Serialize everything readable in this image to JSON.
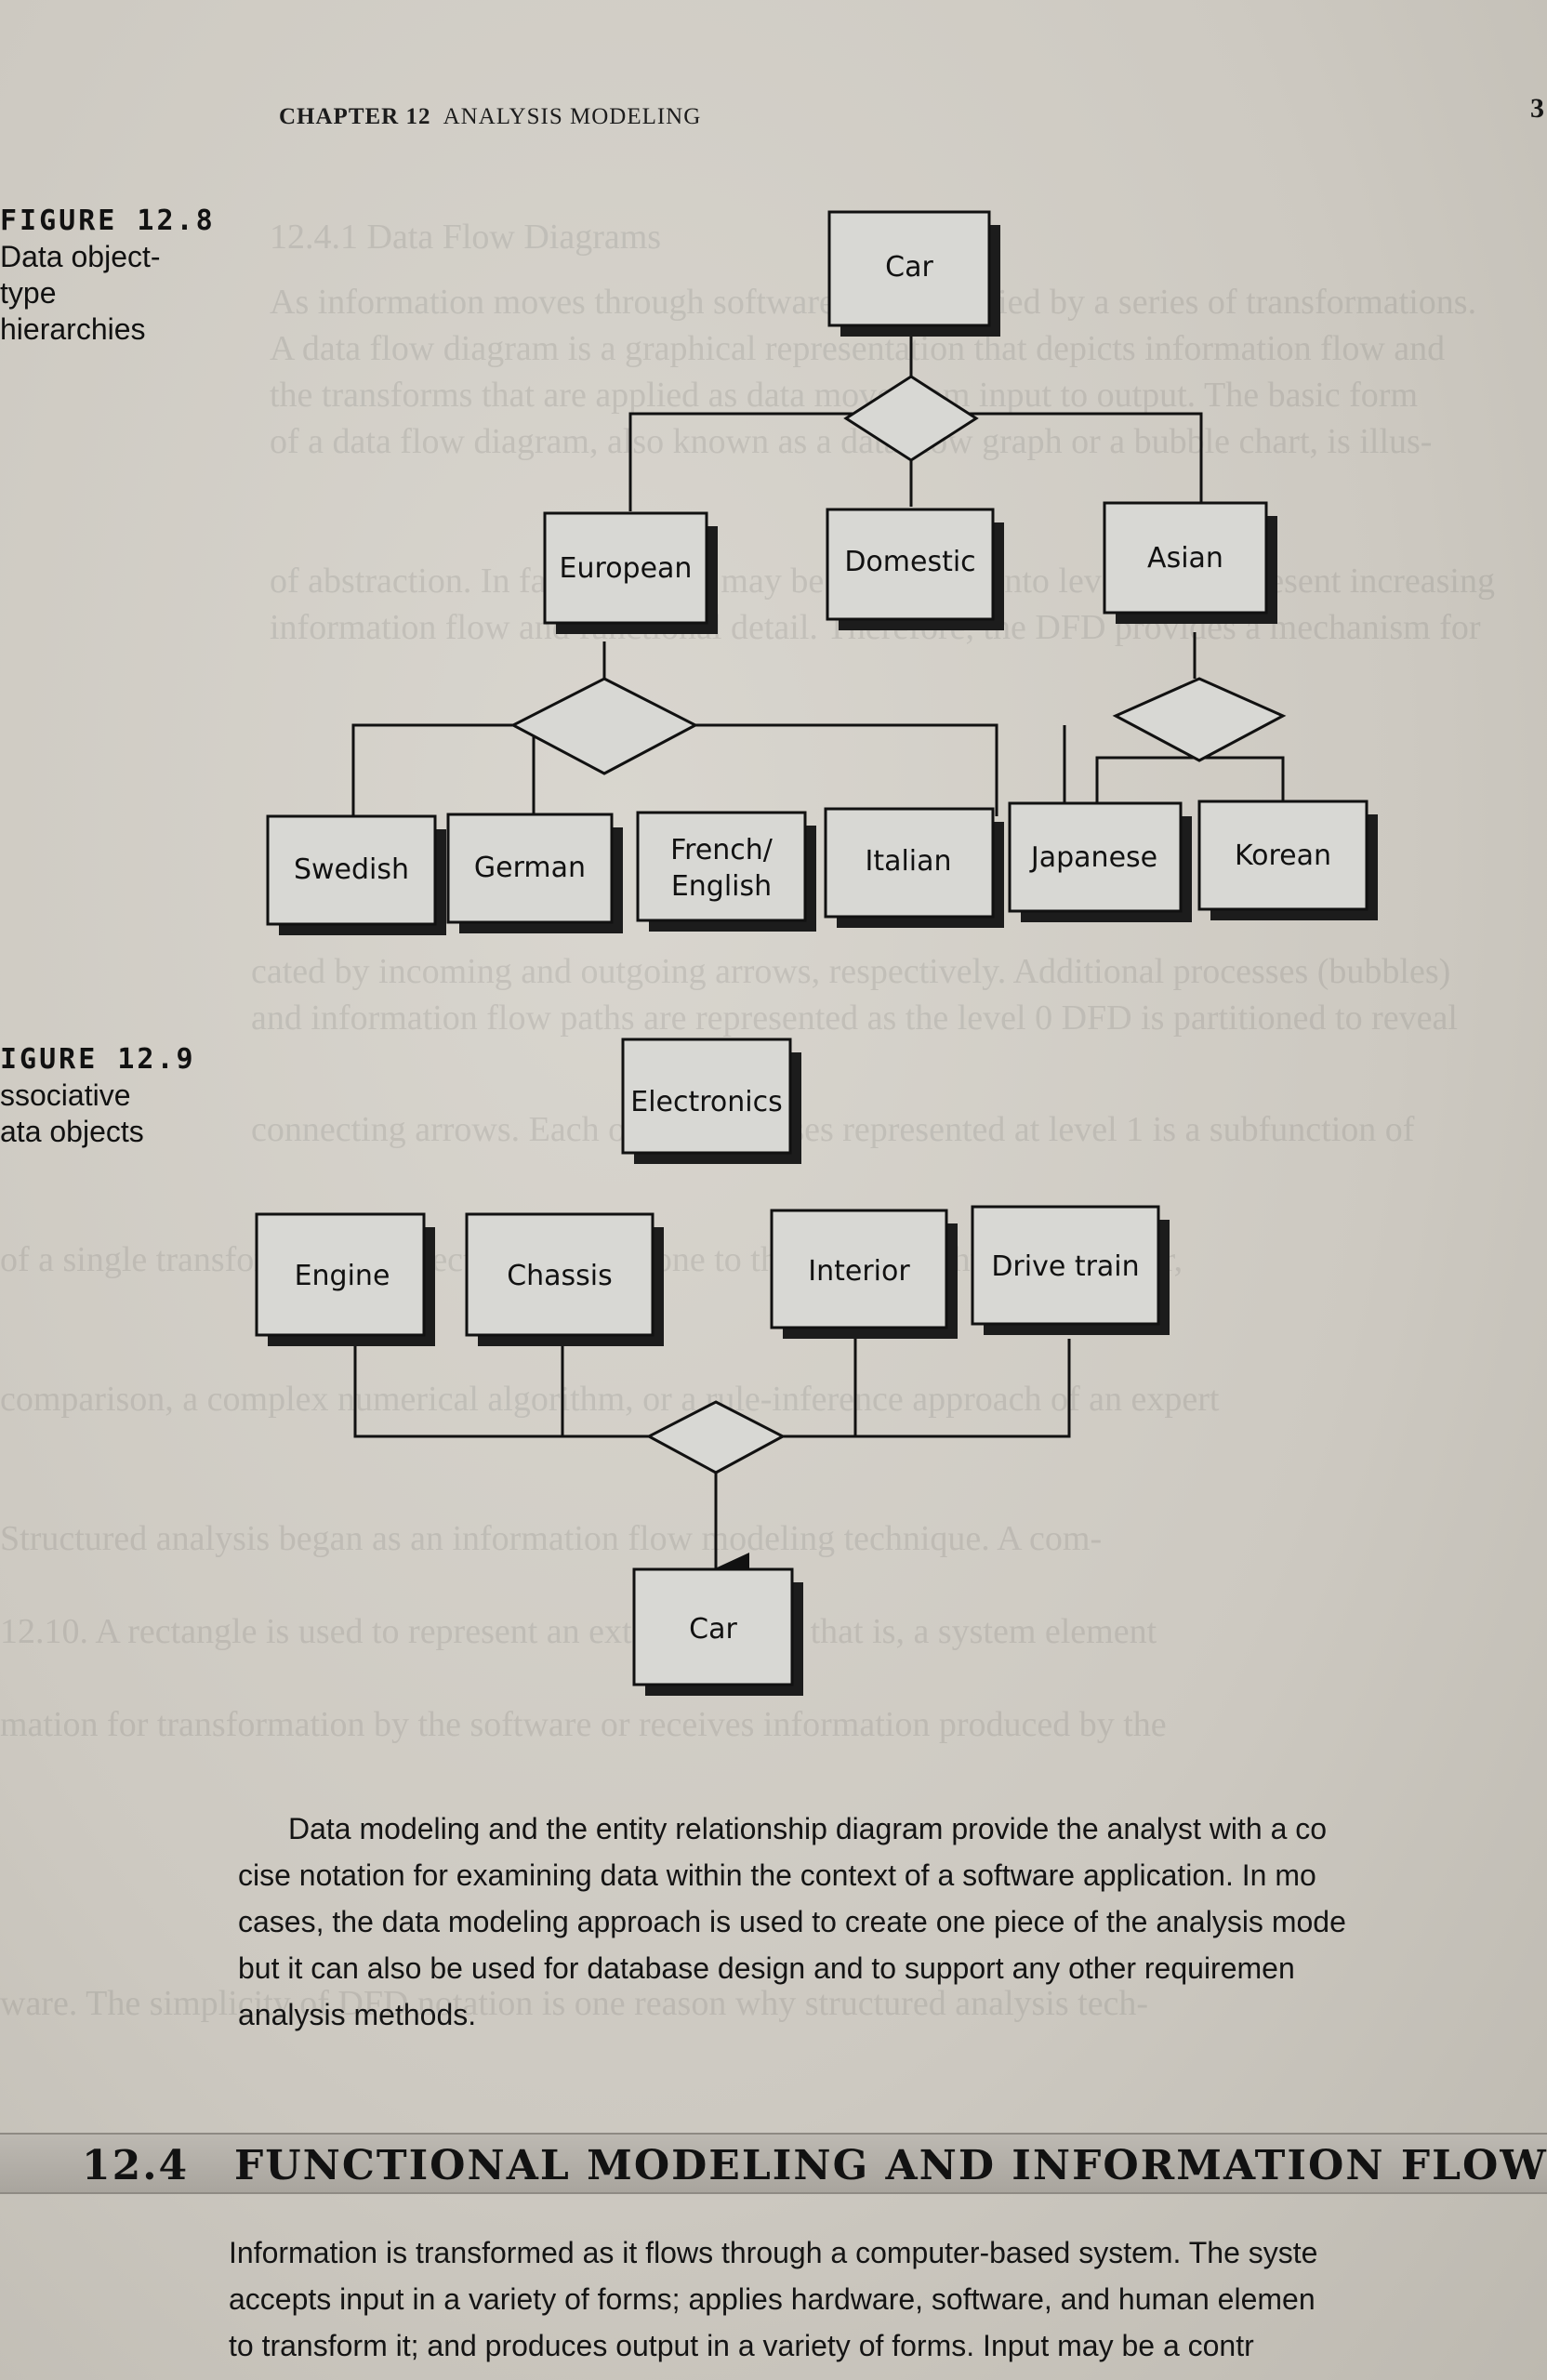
{
  "header": {
    "chapter": "CHAPTER 12",
    "title": "ANALYSIS MODELING",
    "page_number": "3"
  },
  "figure_12_8": {
    "number": "FIGURE 12.8",
    "caption_lines": [
      "Data object-",
      "type",
      "hierarchies"
    ],
    "root": "Car",
    "level1": [
      "European",
      "Domestic",
      "Asian"
    ],
    "european_children": [
      "Swedish",
      "German",
      "French/",
      "English"
    ],
    "asian_children": [
      "Italian",
      "Japanese",
      "Korean"
    ]
  },
  "figure_12_9": {
    "number": "IGURE 12.9",
    "caption_lines": [
      "ssociative",
      "ata objects"
    ],
    "top": "Electronics",
    "parts": [
      "Engine",
      "Chassis",
      "Interior",
      "Drive train"
    ],
    "bottom": "Car"
  },
  "paragraph1": [
    "Data modeling and the entity relationship diagram provide the analyst with a co",
    "cise notation for examining data within the context of a software application. In mo",
    "cases, the data modeling approach is used to create one piece of the analysis mode",
    "but it can also be used for database design and to support any other requiremen",
    "analysis methods."
  ],
  "section": {
    "number": "12.4",
    "title": "FUNCTIONAL MODELING AND INFORMATION FLOW"
  },
  "paragraph2": [
    "Information is transformed as it flows through a computer-based system. The syste",
    "accepts input in a variety of forms; applies hardware, software, and human elemen",
    "to transform it; and produces output in a variety of forms. Input may be a contr"
  ]
}
